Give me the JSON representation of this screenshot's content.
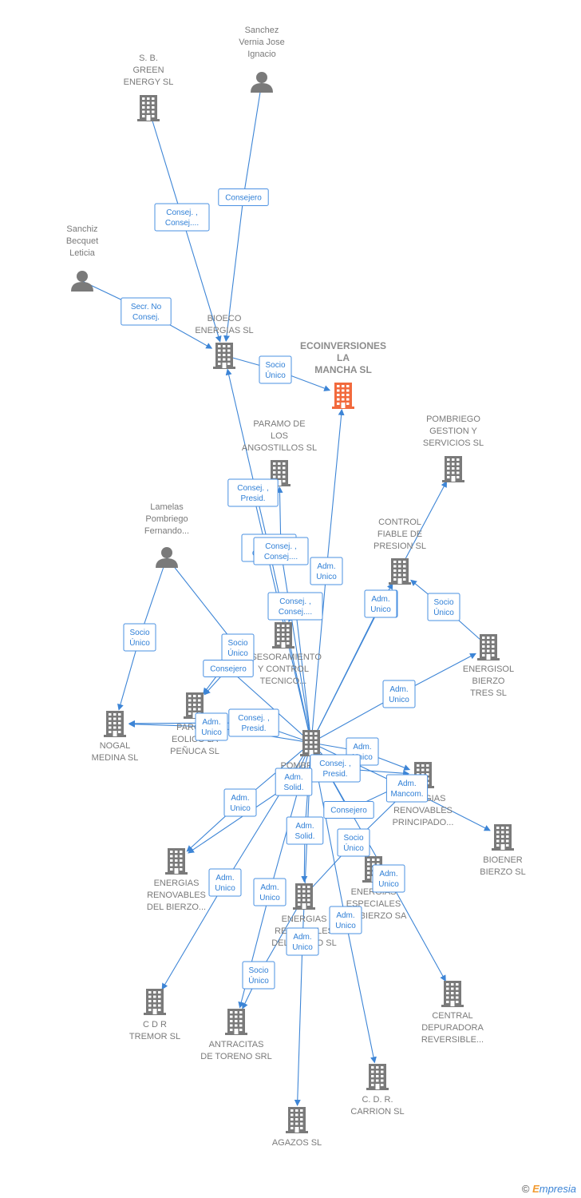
{
  "colors": {
    "edge": "#3d85d6",
    "node": "#7a7a7a",
    "main_node": "#f26a3d",
    "label": "#7a7a7a"
  },
  "nodes": [
    {
      "id": "ecoinv",
      "type": "company",
      "main": true,
      "label": [
        "ECOINVERSIONES",
        "LA",
        "MANCHA  SL"
      ]
    },
    {
      "id": "sbgreen",
      "type": "company",
      "label": [
        "S. B.",
        "GREEN",
        "ENERGY  SL"
      ]
    },
    {
      "id": "sanchez",
      "type": "person",
      "label": [
        "Sanchez",
        "Vernia Jose",
        "Ignacio"
      ]
    },
    {
      "id": "sanchiz",
      "type": "person",
      "label": [
        "Sanchiz",
        "Becquet",
        "Leticia"
      ]
    },
    {
      "id": "bioeco",
      "type": "company",
      "label": [
        "BIOECO",
        "ENERGIAS SL"
      ]
    },
    {
      "id": "paramo",
      "type": "company",
      "label": [
        "PARAMO DE",
        "LOS",
        "ANGOSTILLOS SL"
      ]
    },
    {
      "id": "pombgest",
      "type": "company",
      "label": [
        "POMBRIEGO",
        "GESTION Y",
        "SERVICIOS  SL"
      ]
    },
    {
      "id": "lamelas",
      "type": "person",
      "label": [
        "Lamelas",
        "Pombriego",
        "Fernando..."
      ]
    },
    {
      "id": "control",
      "type": "company",
      "label": [
        "CONTROL",
        "FIABLE DE",
        "PRESION SL"
      ]
    },
    {
      "id": "asesor",
      "type": "company",
      "label": [
        "ASESORAMIENTO",
        "Y CONTROL",
        "TECNICO..."
      ]
    },
    {
      "id": "energisol",
      "type": "company",
      "label": [
        "ENERGISOL",
        "BIERZO",
        "TRES SL"
      ]
    },
    {
      "id": "nogal",
      "type": "company",
      "label": [
        "NOGAL",
        "MEDINA SL"
      ]
    },
    {
      "id": "parque",
      "type": "company",
      "label": [
        "PARQUE",
        "EOLICO LA",
        "PEÑUCA SL"
      ]
    },
    {
      "id": "pombriego",
      "type": "company",
      "label": [
        "POMBRIEGO..."
      ]
    },
    {
      "id": "renprinc",
      "type": "company",
      "label": [
        "ENERGIAS",
        "RENOVABLES",
        "PRINCIPADO..."
      ]
    },
    {
      "id": "bioener",
      "type": "company",
      "label": [
        "BIOENER",
        "BIERZO SL"
      ]
    },
    {
      "id": "renbierzo",
      "type": "company",
      "label": [
        "ENERGIAS",
        "RENOVABLES",
        "DEL BIERZO..."
      ]
    },
    {
      "id": "especiales",
      "type": "company",
      "label": [
        "ENERGIAS",
        "ESPECIALES",
        "DEL BIERZO SA"
      ]
    },
    {
      "id": "renbierzo2",
      "type": "company",
      "label": [
        "ENERGIAS",
        "RENOVABLES",
        "DEL BIERZO SL"
      ]
    },
    {
      "id": "cdrtremor",
      "type": "company",
      "label": [
        "C D R",
        "TREMOR SL"
      ]
    },
    {
      "id": "antracitas",
      "type": "company",
      "label": [
        "ANTRACITAS",
        "DE TORENO SRL"
      ]
    },
    {
      "id": "central",
      "type": "company",
      "label": [
        "CENTRAL",
        "DEPURADORA",
        "REVERSIBLE..."
      ]
    },
    {
      "id": "carrion",
      "type": "company",
      "label": [
        "C.  D. R.",
        "CARRION  SL"
      ]
    },
    {
      "id": "agazos",
      "type": "company",
      "label": [
        "AGAZOS SL"
      ]
    }
  ],
  "edges": [
    {
      "from": "sbgreen",
      "to": "bioeco",
      "label": [
        "Consej. ,",
        "Consej...."
      ]
    },
    {
      "from": "sanchez",
      "to": "bioeco",
      "label": [
        "Consejero"
      ]
    },
    {
      "from": "sanchiz",
      "to": "bioeco",
      "label": [
        "Secr.  No",
        "Consej."
      ]
    },
    {
      "from": "bioeco",
      "to": "ecoinv",
      "label": [
        "Socio",
        "Único"
      ]
    },
    {
      "from": "pombriego",
      "to": "paramo",
      "label": [
        "Consej. ,",
        "Presid."
      ]
    },
    {
      "from": "pombriego",
      "to": "bioeco",
      "label": [
        "Consej. ,",
        "Consej...."
      ]
    },
    {
      "from": "pombriego",
      "to": "paramo",
      "label": [
        "Consej. ,",
        "Consej...."
      ]
    },
    {
      "from": "pombriego",
      "to": "asesor",
      "label": [
        "Consej. ,",
        "Consej...."
      ]
    },
    {
      "from": "pombriego",
      "to": "ecoinv",
      "label": [
        "Adm.",
        "Unico"
      ]
    },
    {
      "from": "pombriego",
      "to": "pombgest",
      "label": [
        "Adm.",
        "Unico"
      ]
    },
    {
      "from": "pombriego",
      "to": "control",
      "label": [
        "Adm.",
        "Unico"
      ]
    },
    {
      "from": "energisol",
      "to": "control",
      "label": [
        "Socio",
        "Único"
      ]
    },
    {
      "from": "lamelas",
      "to": "nogal",
      "label": [
        "Socio",
        "Único"
      ]
    },
    {
      "from": "lamelas",
      "to": "parque",
      "label": [
        "Socio",
        "Único"
      ]
    },
    {
      "from": "pombriego",
      "to": "parque",
      "label": [
        "Consejero"
      ]
    },
    {
      "from": "pombriego",
      "to": "energisol",
      "label": [
        "Adm.",
        "Unico"
      ]
    },
    {
      "from": "pombriego",
      "to": "nogal",
      "label": [
        "Adm.",
        "Unico"
      ]
    },
    {
      "from": "pombriego",
      "to": "nogal",
      "label": [
        "Consej. ,",
        "Presid."
      ]
    },
    {
      "from": "pombriego",
      "to": "renprinc",
      "label": [
        "Adm.",
        "Unico"
      ]
    },
    {
      "from": "pombriego",
      "to": "renprinc",
      "label": [
        "Consej. ,",
        "Presid."
      ]
    },
    {
      "from": "pombriego",
      "to": "bioener",
      "label": [
        "Adm.",
        "Mancom."
      ]
    },
    {
      "from": "pombriego",
      "to": "renbierzo",
      "label": [
        "Adm.",
        "Solid."
      ]
    },
    {
      "from": "pombriego",
      "to": "renbierzo",
      "label": [
        "Adm.",
        "Unico"
      ]
    },
    {
      "from": "pombriego",
      "to": "renbierzo2",
      "label": [
        "Adm.",
        "Solid."
      ]
    },
    {
      "from": "pombriego",
      "to": "renprinc",
      "label": [
        "Consejero"
      ]
    },
    {
      "from": "renbierzo2",
      "to": "renprinc",
      "label": [
        "Socio",
        "Único"
      ]
    },
    {
      "from": "pombriego",
      "to": "cdrtremor",
      "label": [
        "Adm.",
        "Unico"
      ]
    },
    {
      "from": "pombriego",
      "to": "antracitas",
      "label": [
        "Adm.",
        "Unico"
      ]
    },
    {
      "from": "pombriego",
      "to": "central",
      "label": [
        "Adm.",
        "Unico"
      ]
    },
    {
      "from": "pombriego",
      "to": "carrion",
      "label": [
        "Adm.",
        "Unico"
      ]
    },
    {
      "from": "pombriego",
      "to": "agazos",
      "label": [
        "Adm.",
        "Unico"
      ]
    },
    {
      "from": "renbierzo2",
      "to": "antracitas",
      "label": [
        "Socio",
        "Único"
      ]
    }
  ],
  "footer": {
    "copyright": "©",
    "brand_first": "E",
    "brand_rest": "mpresia"
  }
}
